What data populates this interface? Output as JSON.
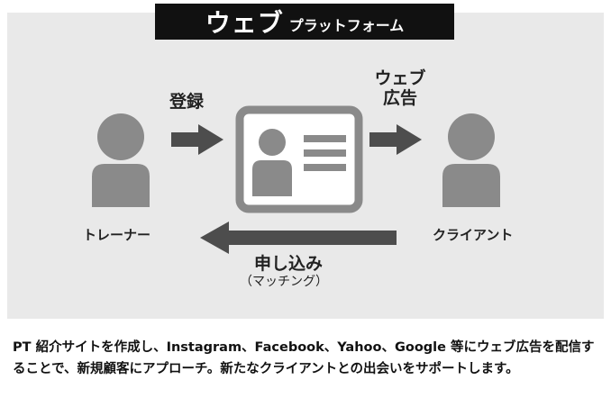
{
  "header": {
    "title_main": "ウェブ",
    "title_sub": "プラットフォーム"
  },
  "diagram": {
    "register_label": "登録",
    "web_ad_label_line1": "ウェブ",
    "web_ad_label_line2": "広告",
    "trainer_label": "トレーナー",
    "client_label": "クライアント",
    "apply_label": "申し込み",
    "matching_label": "（マッチング）"
  },
  "caption": {
    "text": "PT 紹介サイトを作成し、Instagram、Facebook、Yahoo、Google 等にウェブ広告を配信することで、新規顧客にアプローチ。新たなクライアントとの出会いをサポートします。"
  },
  "colors": {
    "panel_bg": "#e9e9e9",
    "title_bg": "#111111",
    "icon_gray": "#8a8a8a",
    "arrow_gray": "#4d4d4d"
  }
}
